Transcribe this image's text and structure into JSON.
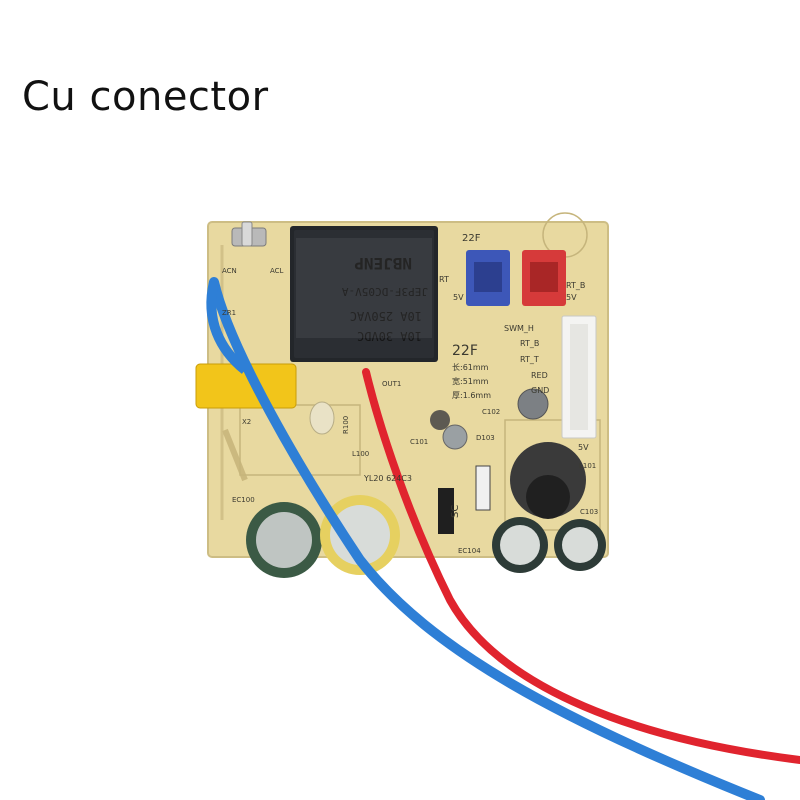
{
  "caption": "Cu conector",
  "colors": {
    "pcb": "#e8d9a0",
    "relay": "#23262a",
    "wire_blue": "#2e7fd6",
    "wire_red": "#e0242e",
    "capacitor_yellow": "#f2c51a"
  },
  "board_labels": {
    "acn": "ACN",
    "acl": "ACL",
    "zr1": "ZR1",
    "out1": "OUT1",
    "label_22f_top": "22F",
    "rt": "RT",
    "label_5v_left": "5V",
    "rt_b": "RT_B",
    "label_5v_right": "5V",
    "swm_h": "SWM_H",
    "rt_b2": "RT_B",
    "rt_t": "RT_T",
    "red": "RED",
    "gnd": "GND",
    "label_22f": "22F",
    "dim_long": "长:61mm",
    "dim_wide": "宽:51mm",
    "dim_thick": "厚:1.6mm",
    "c102": "C102",
    "c101": "C101",
    "d103": "D103",
    "label_5v_connector": "5V",
    "l101": "L101",
    "x2": "X2",
    "r100": "R100",
    "l100": "L100",
    "ec100": "EC100",
    "model": "YL20  624C3",
    "sc": "SC",
    "ec104": "EC104",
    "c103": "C103"
  },
  "relay_labels": {
    "brand": "NBJENP",
    "model": "JEP3F-DC05V-A",
    "rating_ac": "10A 250VAC",
    "rating_dc": "10A 30VDC"
  }
}
